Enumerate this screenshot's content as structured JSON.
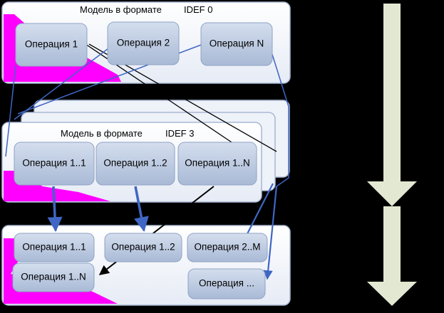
{
  "panels": {
    "idef0": {
      "title_left": "Модель в формате",
      "title_right": "IDEF 0"
    },
    "idef3": {
      "title_left": "Модель в формате",
      "title_right": "IDEF 3"
    }
  },
  "idef0_ops": [
    "Операция 1",
    "Операция 2",
    "Операция N"
  ],
  "idef3_ops": [
    "Операция 1..1",
    "Операция 1..2",
    "Операция 1..N"
  ],
  "bottom_ops": [
    "Операция 1..1",
    "Операция 1..2",
    "Операция 2..M",
    "Операция 1..N",
    "Операция ..."
  ],
  "colors": {
    "background": "#000000",
    "panel": "#f2f5fb",
    "panel_border": "#a9b7d3",
    "node_fill": "#bac8de",
    "magenta": "#ff00ff",
    "arrow_column": "#e3e8d2",
    "blue_link": "#3f66c4",
    "dark_link": "#000000"
  }
}
